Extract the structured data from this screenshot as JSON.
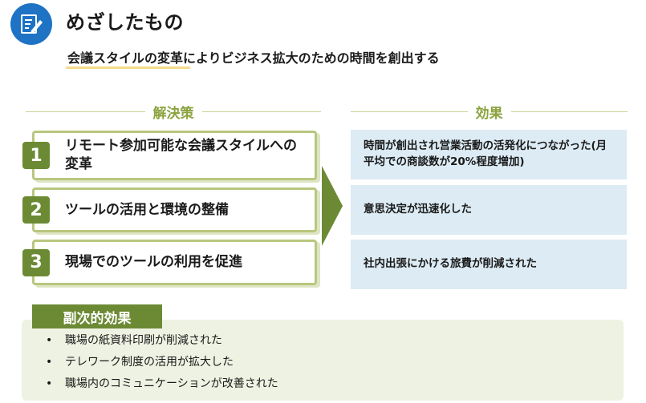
{
  "header": {
    "title": "めざしたもの",
    "subtitle": "会議スタイルの変革によりビジネス拡大のための時間を創出する"
  },
  "solutions": {
    "title": "解決策",
    "items": [
      {
        "number": "1",
        "text": "リモート参加可能な会議スタイルへの変革"
      },
      {
        "number": "2",
        "text": "ツールの活用と環境の整備"
      },
      {
        "number": "3",
        "text": "現場でのツールの利用を促進"
      }
    ]
  },
  "effects": {
    "title": "効果",
    "items": [
      "時間が創出され営業活動の活発化につながった(月平均での商談数が20%程度増加)",
      "意思決定が迅速化した",
      "社内出張にかける旅費が削減された"
    ]
  },
  "side_effects": {
    "title": "副次的効果",
    "bullet": "•",
    "items": [
      "職場の紙資料印刷が削減された",
      "テレワーク制度の活用が拡大した",
      "職場内のコミュニケーションが改善された"
    ]
  },
  "colors": {
    "icon_blue": "#1f73c4",
    "accent_green": "#6c8a34",
    "section_green": "#8aa33e",
    "effect_bg": "#dcebf4",
    "side_bg": "#eef2e2"
  },
  "icons": {
    "header": "edit-document-icon",
    "flow": "arrow-right-icon"
  }
}
